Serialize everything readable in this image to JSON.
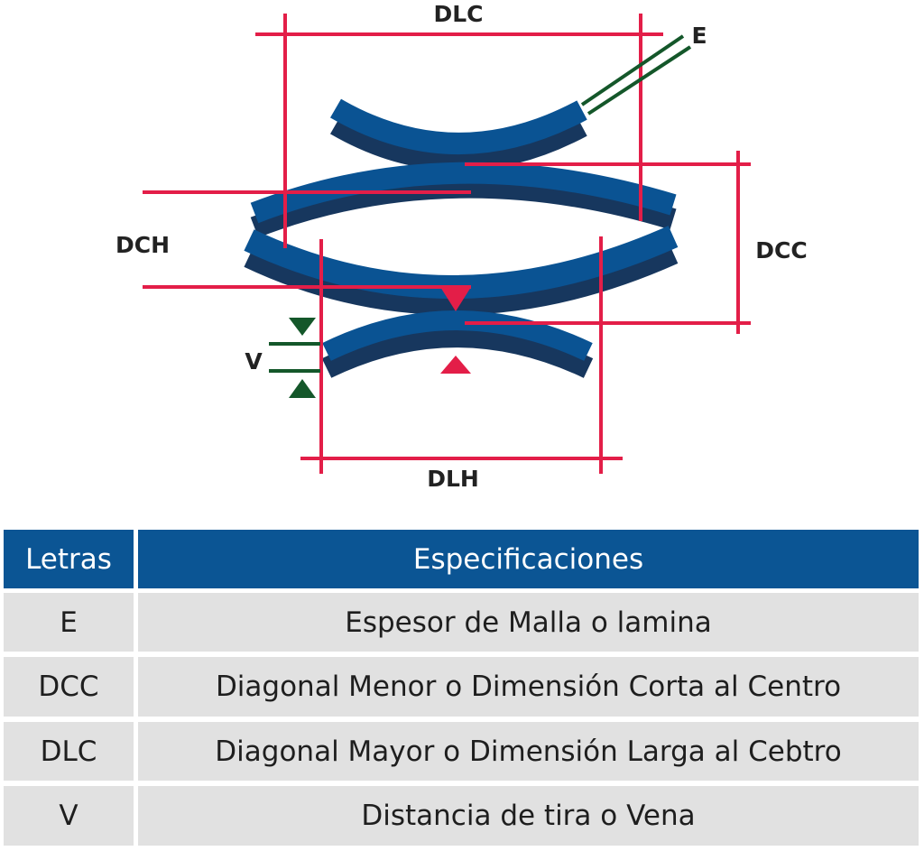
{
  "diagram": {
    "labels": {
      "dlc": "DLC",
      "e": "E",
      "dch": "DCH",
      "dcc": "DCC",
      "v": "V",
      "dlh": "DLH"
    },
    "colors": {
      "mesh_top": "#0a5393",
      "mesh_side": "#17375e",
      "dimension": "#e31e48",
      "thickness": "#14572a"
    }
  },
  "table": {
    "headers": [
      "Letras",
      "Especificaciones"
    ],
    "rows": [
      {
        "letter": "E",
        "spec": "Espesor de Malla o lamina"
      },
      {
        "letter": "DCC",
        "spec": "Diagonal Menor o Dimensión Corta al Centro"
      },
      {
        "letter": "DLC",
        "spec": "Diagonal Mayor o Dimensión Larga al Cebtro"
      },
      {
        "letter": "V",
        "spec": "Distancia de tira o Vena"
      }
    ]
  }
}
